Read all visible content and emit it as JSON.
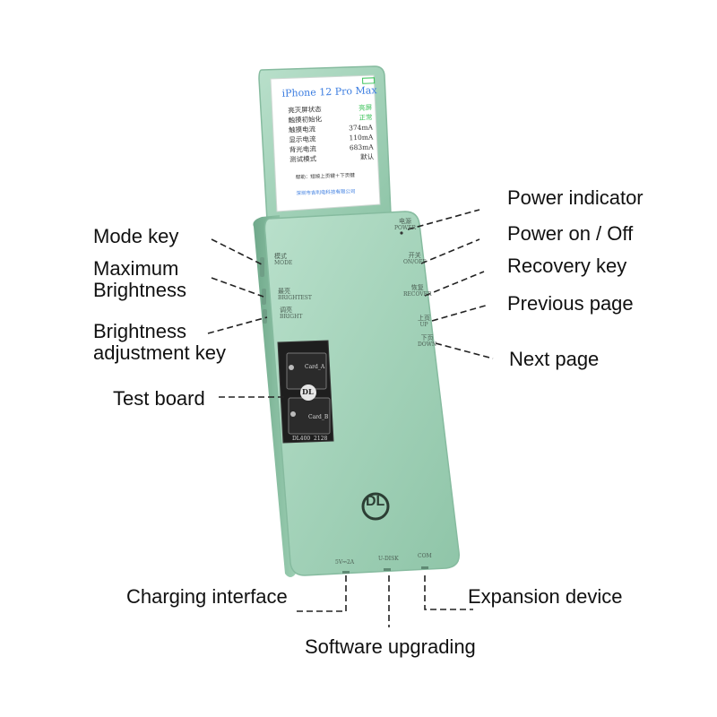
{
  "screen": {
    "model": "iPhone 12 Pro Max",
    "rows": [
      {
        "label": "亮灭屏状态",
        "value": "亮屏"
      },
      {
        "label": "触摸初始化",
        "value": "正常"
      },
      {
        "label": "触摸电流",
        "value": "374mA"
      },
      {
        "label": "显示电流",
        "value": "110mA"
      },
      {
        "label": "背光电流",
        "value": "683mA"
      },
      {
        "label": "测试模式",
        "value": "默认"
      }
    ],
    "hint": "帮助：短按上页键＋下页键",
    "footer": "深圳市吉利电科技有限公司"
  },
  "device": {
    "power_cn": "电源",
    "power_en": "POWER",
    "onoff_cn": "开关",
    "onoff_en": "ON/OFF",
    "recover_cn": "恢复",
    "recover_en": "RECOVER",
    "up_cn": "上页",
    "up_en": "UP",
    "down_cn": "下页",
    "down_en": "DOWN",
    "mode_cn": "模式",
    "mode_en": "MODE",
    "brightest_cn": "最亮",
    "brightest_en": "BRIGHTEST",
    "bright_cn": "调亮",
    "bright_en": "BRIGHT",
    "card_a": "Card_A",
    "card_b": "Card_B",
    "board_code": "DL400  2128",
    "logo": "DL",
    "port_left": "5V⎓2A",
    "port_mid": "U-DISK",
    "port_right": "COM"
  },
  "callouts": {
    "power_indicator": "Power indicator",
    "power_onoff": "Power on / Off",
    "recovery": "Recovery key",
    "previous": "Previous page",
    "next": "Next page",
    "mode": "Mode key",
    "maximum_1": "Maximum",
    "maximum_2": "Brightness",
    "brightness_1": "Brightness",
    "brightness_2": "adjustment key",
    "test_board": "Test board",
    "charging": "Charging interface",
    "software": "Software upgrading",
    "expansion": "Expansion device"
  },
  "colors": {
    "body": "#a6d3bb",
    "edge": "#7fb59a",
    "screen": "#ffffff",
    "accent_green": "#3cc35a",
    "title_blue": "#3a7ce0"
  }
}
